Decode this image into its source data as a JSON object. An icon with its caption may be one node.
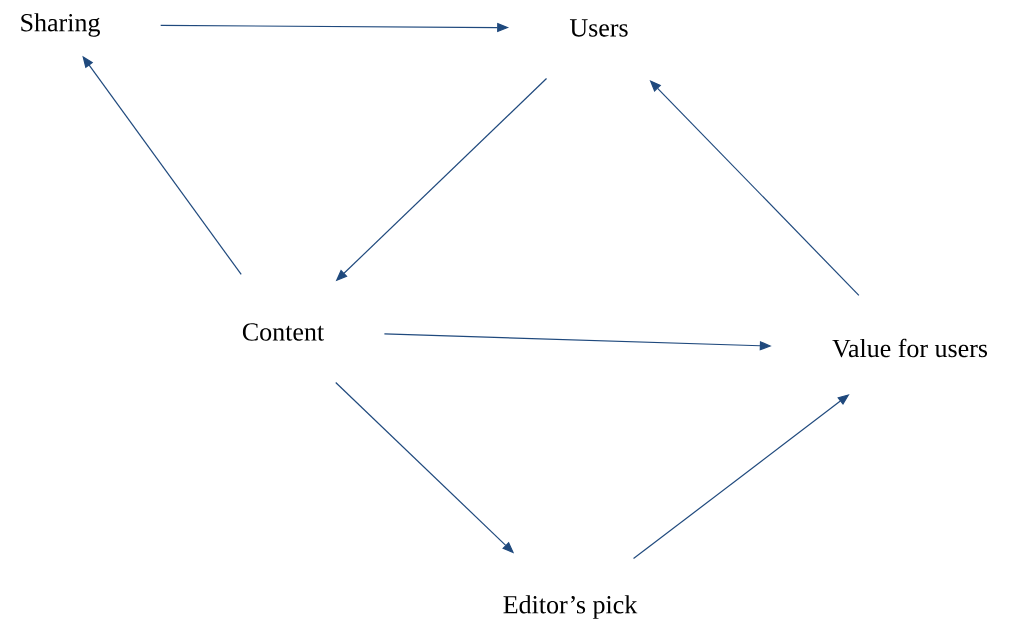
{
  "diagram": {
    "nodes": [
      {
        "text": [
          "Sharing"
        ]
      },
      {
        "text": [
          "Users"
        ]
      },
      {
        "text": [
          "Content"
        ]
      },
      {
        "text": [
          "Value for users"
        ]
      },
      {
        "text": [
          "Editor’s pick"
        ]
      }
    ],
    "edges": [
      {
        "from": 0,
        "to": 1,
        "arrow": "to"
      },
      {
        "from": 1,
        "to": 2,
        "arrow": "to"
      },
      {
        "from": 2,
        "to": 0,
        "arrow": "to"
      },
      {
        "from": 2,
        "to": 3,
        "arrow": "to"
      },
      {
        "from": 2,
        "to": 4,
        "arrow": "to"
      },
      {
        "from": 4,
        "to": 3,
        "arrow": "to"
      },
      {
        "from": 3,
        "to": 1,
        "arrow": "to"
      }
    ]
  }
}
